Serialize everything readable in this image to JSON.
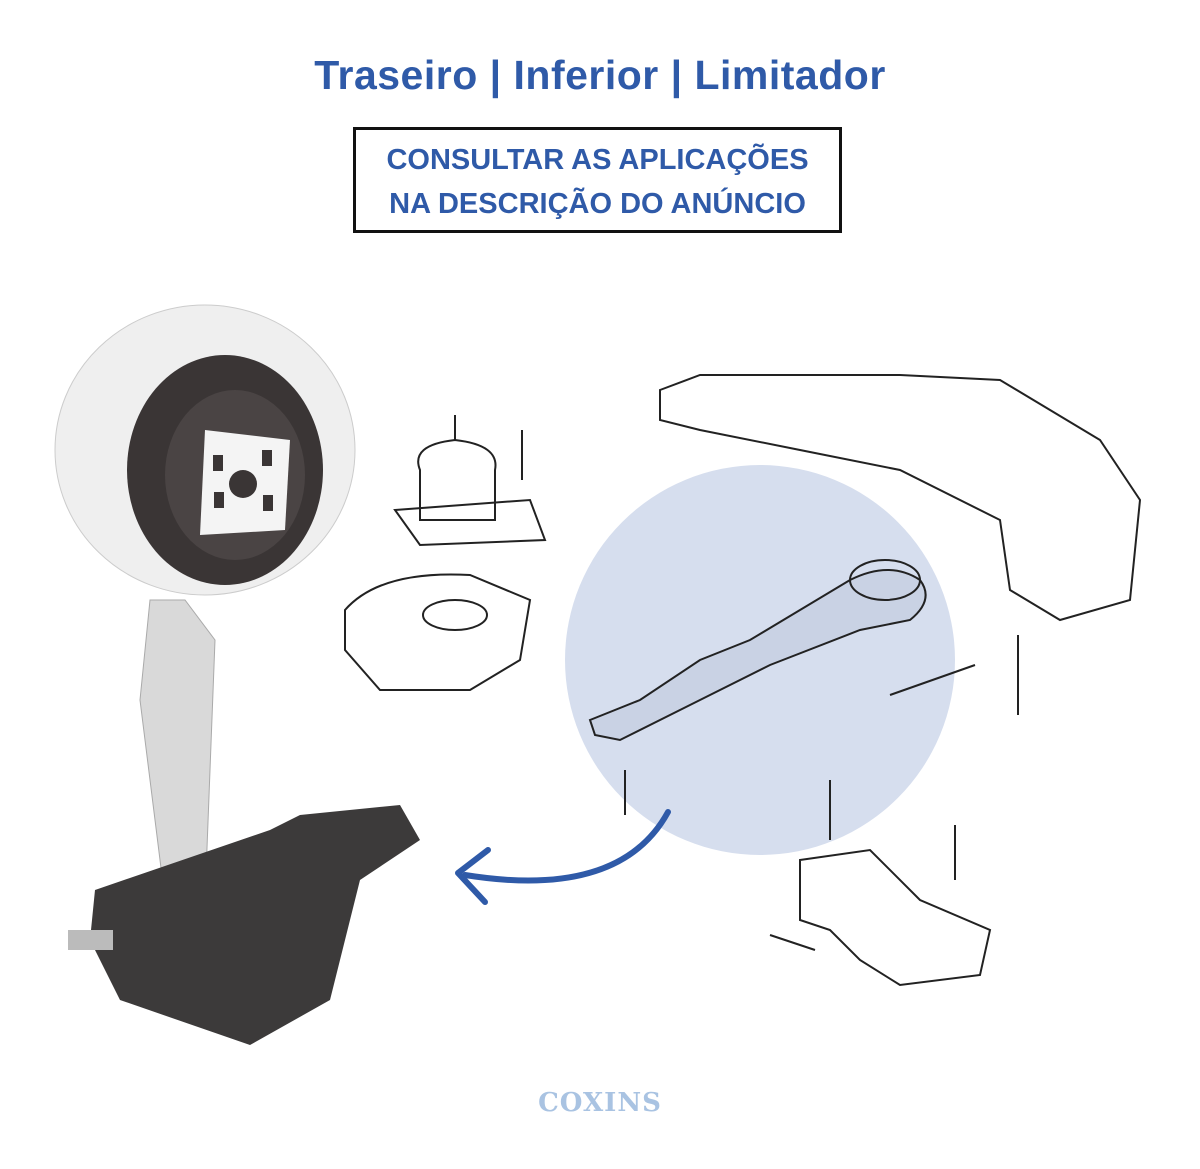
{
  "header": {
    "title": "Traseiro | Inferior | Limitador",
    "notice_line1": "CONSULTAR AS APLICAÇÕES",
    "notice_line2": "NA DESCRIÇÃO DO ANÚNCIO"
  },
  "brand": {
    "logo_text": "COXINS"
  },
  "colors": {
    "accent": "#2f5aa8",
    "highlight_circle": "#d6deee",
    "logo": "#a9c3e2"
  }
}
